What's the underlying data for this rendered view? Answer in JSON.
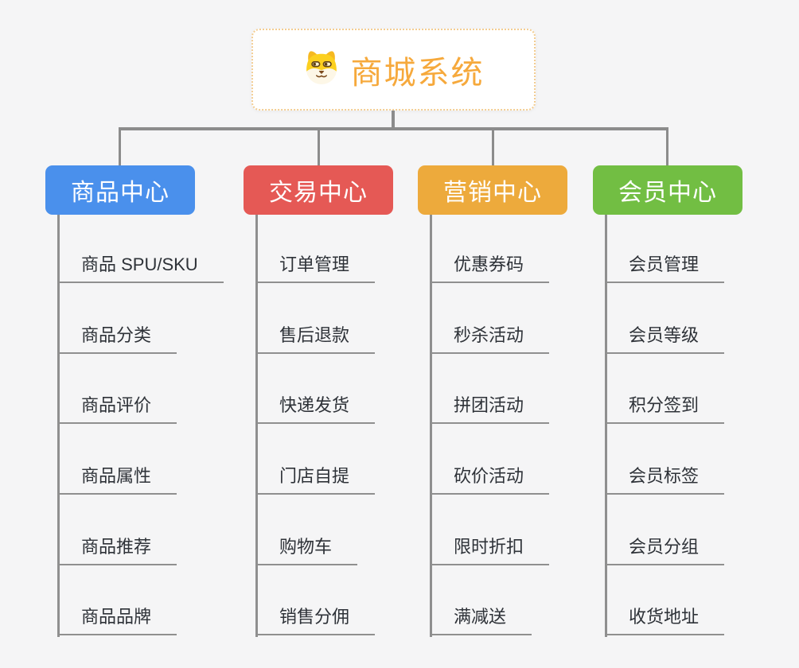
{
  "root": {
    "title": "商城系统",
    "icon": "shiba-dog-icon"
  },
  "colors": {
    "background": "#f5f5f6",
    "connector_line": "#8c8c8c",
    "item_line": "#8f8f8f",
    "item_text": "#2e3238",
    "root_title": "#f6a93c",
    "root_border": "#f3cd92",
    "branch_blue": "#4a90ec",
    "branch_red": "#e55955",
    "branch_orange": "#edaa3c",
    "branch_green": "#72be43"
  },
  "branches": [
    {
      "label": "商品中心",
      "color": "#4a90ec",
      "items": [
        "商品 SPU/SKU",
        "商品分类",
        "商品评价",
        "商品属性",
        "商品推荐",
        "商品品牌"
      ]
    },
    {
      "label": "交易中心",
      "color": "#e55955",
      "items": [
        "订单管理",
        "售后退款",
        "快递发货",
        "门店自提",
        "购物车",
        "销售分佣"
      ]
    },
    {
      "label": "营销中心",
      "color": "#edaa3c",
      "items": [
        "优惠券码",
        "秒杀活动",
        "拼团活动",
        "砍价活动",
        "限时折扣",
        "满减送"
      ]
    },
    {
      "label": "会员中心",
      "color": "#72be43",
      "items": [
        "会员管理",
        "会员等级",
        "积分签到",
        "会员标签",
        "会员分组",
        "收货地址"
      ]
    }
  ]
}
